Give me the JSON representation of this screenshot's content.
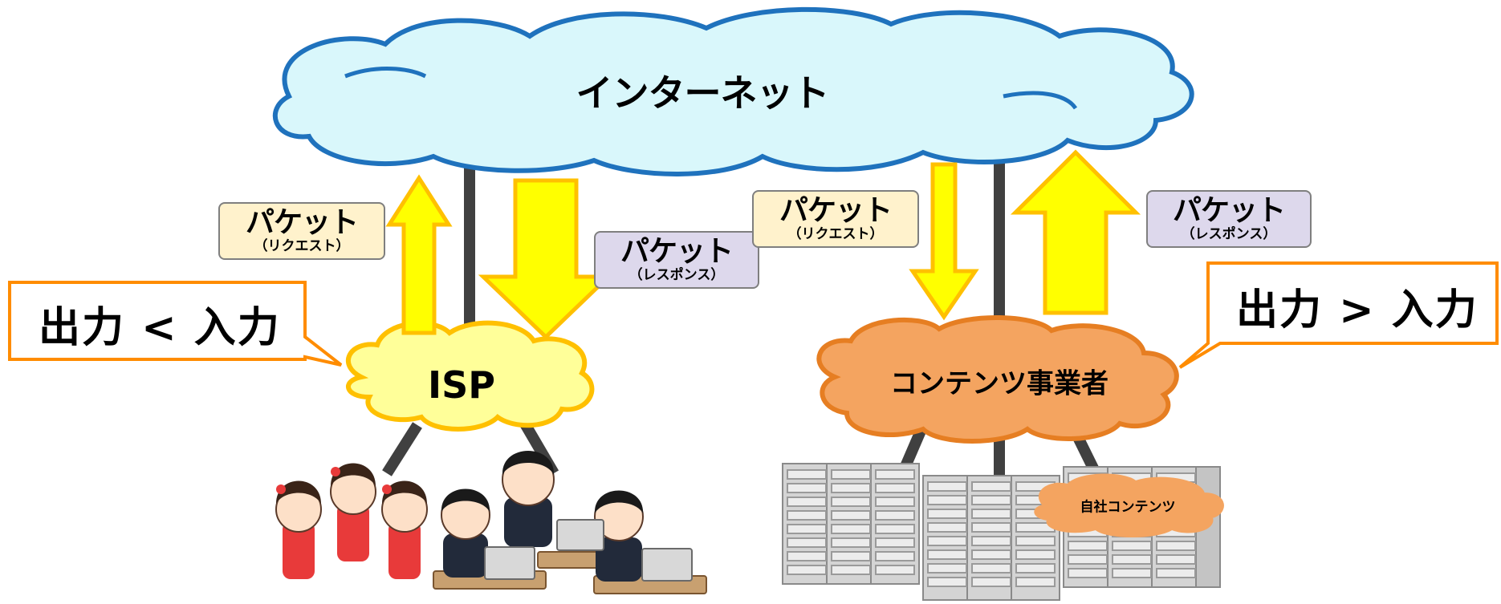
{
  "internet": {
    "label": "インターネット"
  },
  "isp": {
    "label": "ISP",
    "callout": "出力 < 入力"
  },
  "contents": {
    "label": "コンテンツ事業者",
    "callout": "出力 > 入力",
    "own_label": "自社コンテンツ"
  },
  "packets": {
    "isp_request": {
      "title": "パケット",
      "sub": "（リクエスト）"
    },
    "isp_response": {
      "title": "パケット",
      "sub": "（レスポンス）"
    },
    "cp_request": {
      "title": "パケット",
      "sub": "（リクエスト）"
    },
    "cp_response": {
      "title": "パケット",
      "sub": "（レスポンス）"
    }
  },
  "colors": {
    "internet_fill": "#d9f7fb",
    "internet_stroke": "#1f72bd",
    "isp_fill": "#ffff99",
    "isp_stroke": "#ffc000",
    "cp_fill": "#f4a460",
    "cp_stroke": "#e67e22",
    "arrow_fill": "#ffff00",
    "arrow_stroke": "#ffc000",
    "callout_stroke": "#ff8c00"
  }
}
